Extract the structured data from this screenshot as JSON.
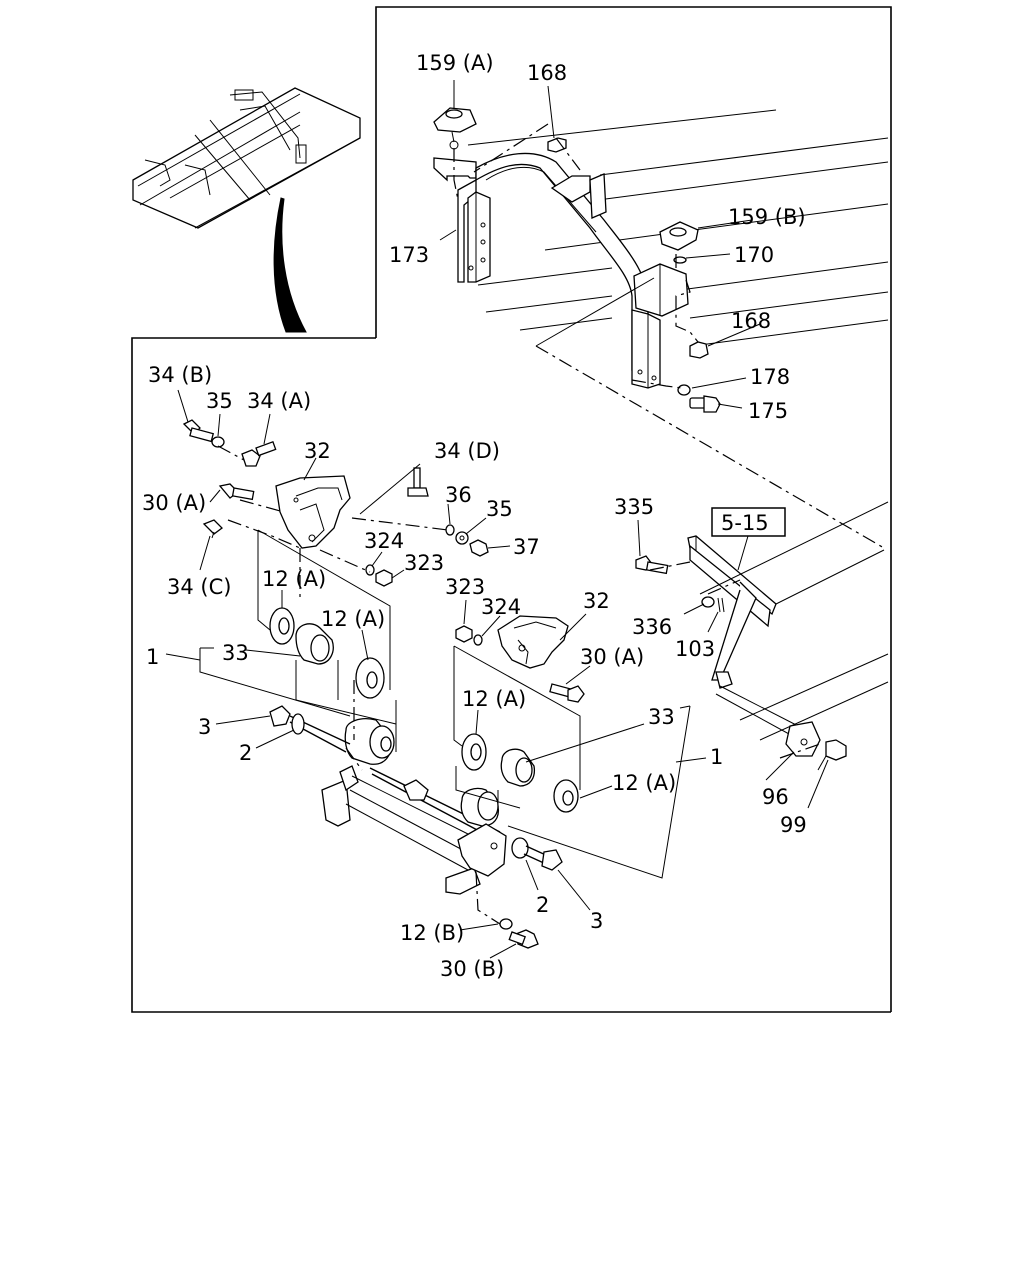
{
  "labels": {
    "l159a": "159 (A)",
    "l168a": "168",
    "l173": "173",
    "l159b": "159 (B)",
    "l170": "170",
    "l168b": "168",
    "l178": "178",
    "l175": "175",
    "l34b": "34 (B)",
    "l35a": "35",
    "l34a": "34 (A)",
    "l32a": "32",
    "l34d": "34 (D)",
    "l30a1": "30 (A)",
    "l36": "36",
    "l35b": "35",
    "l37": "37",
    "l324a": "324",
    "l323a": "323",
    "l34c": "34 (C)",
    "l12a1": "12 (A)",
    "l12a2": "12 (A)",
    "l33a": "33",
    "l1a": "1",
    "l3a": "3",
    "l2a": "2",
    "l323b": "323",
    "l324b": "324",
    "l32b": "32",
    "l30a2": "30 (A)",
    "l12a3": "12 (A)",
    "l33b": "33",
    "l1b": "1",
    "l12a4": "12 (A)",
    "l2b": "2",
    "l3b": "3",
    "l12b": "12 (B)",
    "l30b": "30 (B)",
    "l335": "335",
    "l515": "5-15",
    "l336": "336",
    "l103": "103",
    "l96": "96",
    "l99": "99"
  }
}
